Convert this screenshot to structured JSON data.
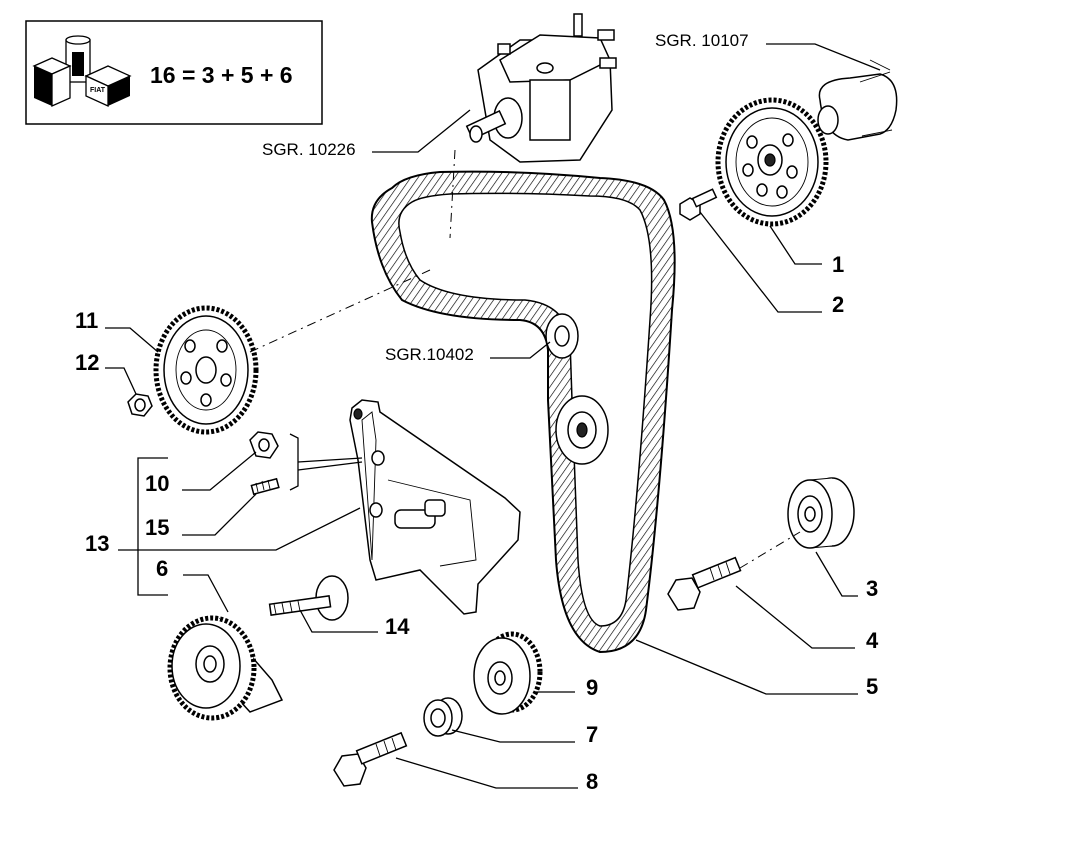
{
  "kit_box": {
    "formula": "16 = 3 + 5 + 6",
    "icon": "parts-kit-boxes-icon",
    "logo_text": "FIAT"
  },
  "references": [
    {
      "id": "sgr-10107",
      "text": "SGR. 10107"
    },
    {
      "id": "sgr-10226",
      "text": "SGR. 10226"
    },
    {
      "id": "sgr-10402",
      "text": "SGR.10402"
    }
  ],
  "callouts": [
    {
      "id": "1",
      "text": "1"
    },
    {
      "id": "2",
      "text": "2"
    },
    {
      "id": "3",
      "text": "3"
    },
    {
      "id": "4",
      "text": "4"
    },
    {
      "id": "5",
      "text": "5"
    },
    {
      "id": "6",
      "text": "6"
    },
    {
      "id": "7",
      "text": "7"
    },
    {
      "id": "8",
      "text": "8"
    },
    {
      "id": "9",
      "text": "9"
    },
    {
      "id": "10",
      "text": "10"
    },
    {
      "id": "11",
      "text": "11"
    },
    {
      "id": "12",
      "text": "12"
    },
    {
      "id": "13",
      "text": "13"
    },
    {
      "id": "14",
      "text": "14"
    },
    {
      "id": "15",
      "text": "15"
    }
  ]
}
